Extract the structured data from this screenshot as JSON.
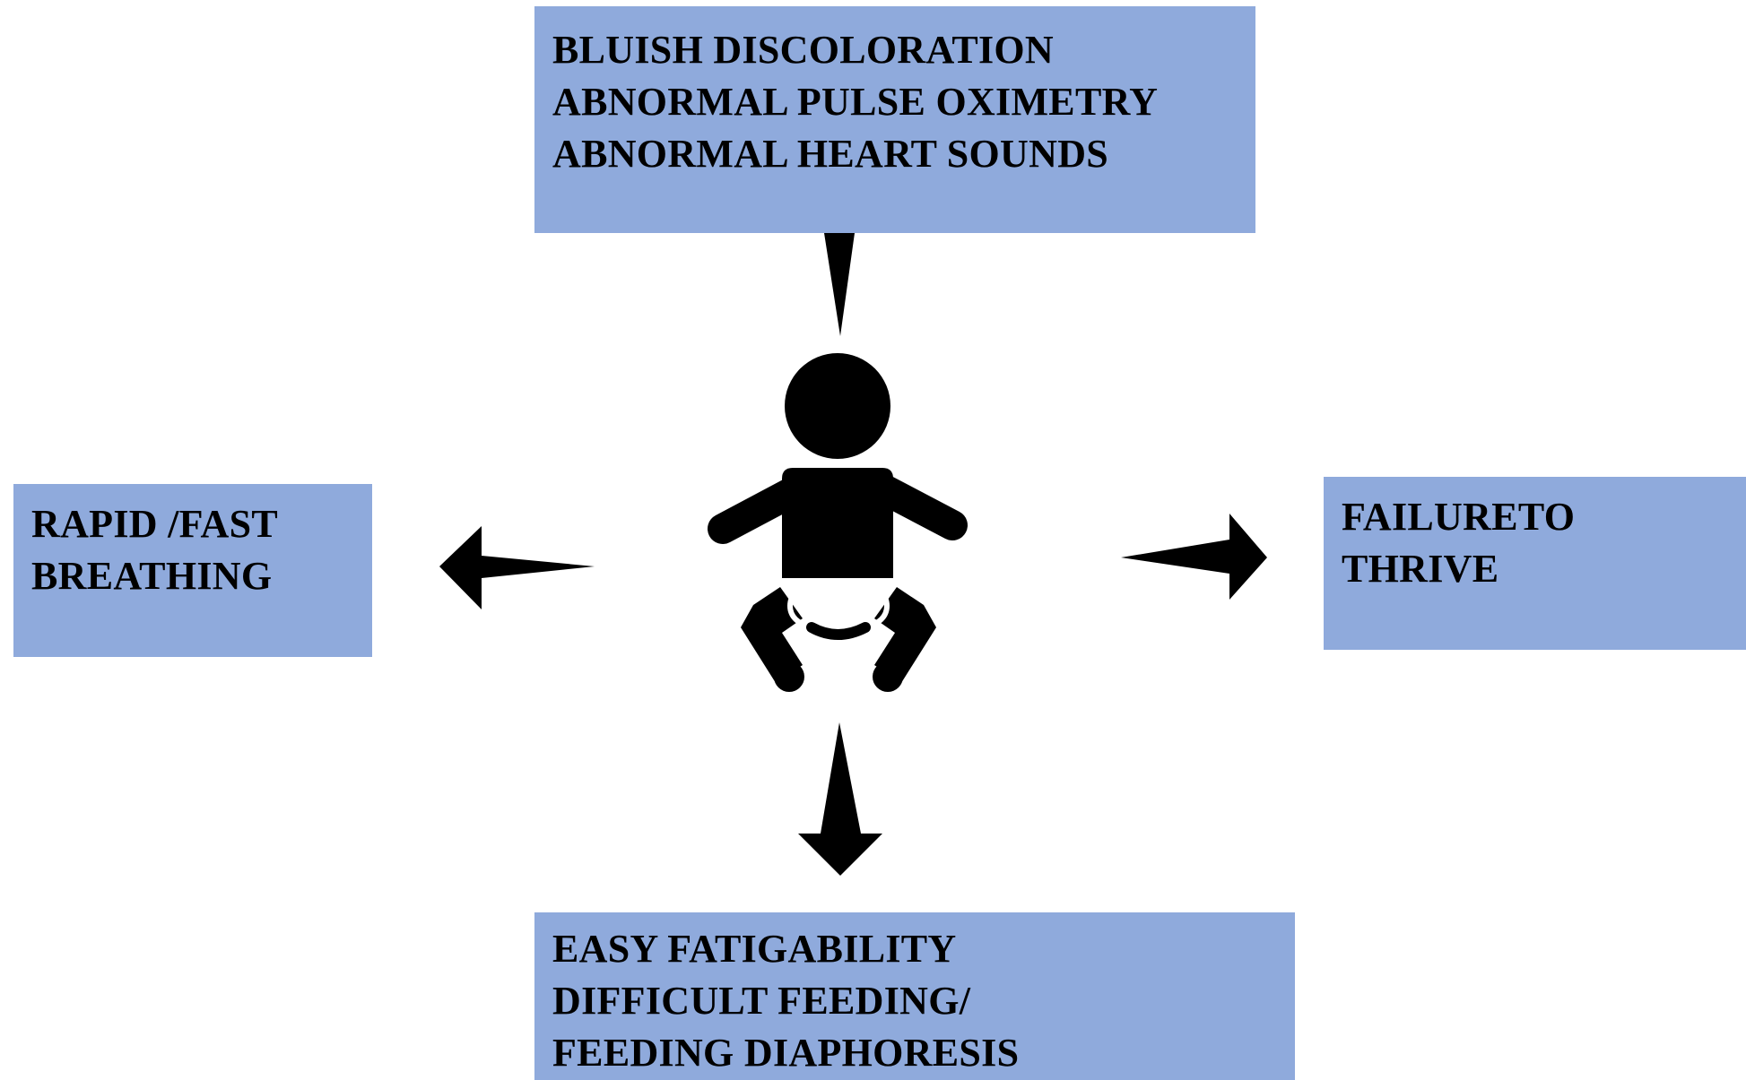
{
  "boxes": {
    "top": {
      "lines": [
        "BLUISH DISCOLORATION",
        "ABNORMAL PULSE OXIMETRY",
        "ABNORMAL HEART SOUNDS"
      ]
    },
    "left": {
      "lines": [
        "RAPID /FAST",
        "BREATHING"
      ]
    },
    "right": {
      "lines": [
        "FAILURETO",
        "THRIVE"
      ]
    },
    "bottom": {
      "lines": [
        "EASY FATIGABILITY",
        "DIFFICULT FEEDING/",
        "FEEDING DIAPHORESIS"
      ]
    }
  },
  "colors": {
    "box_fill": "#8faadc",
    "arrow": "#000000",
    "icon": "#000000"
  },
  "icons": {
    "center": "baby-icon"
  }
}
